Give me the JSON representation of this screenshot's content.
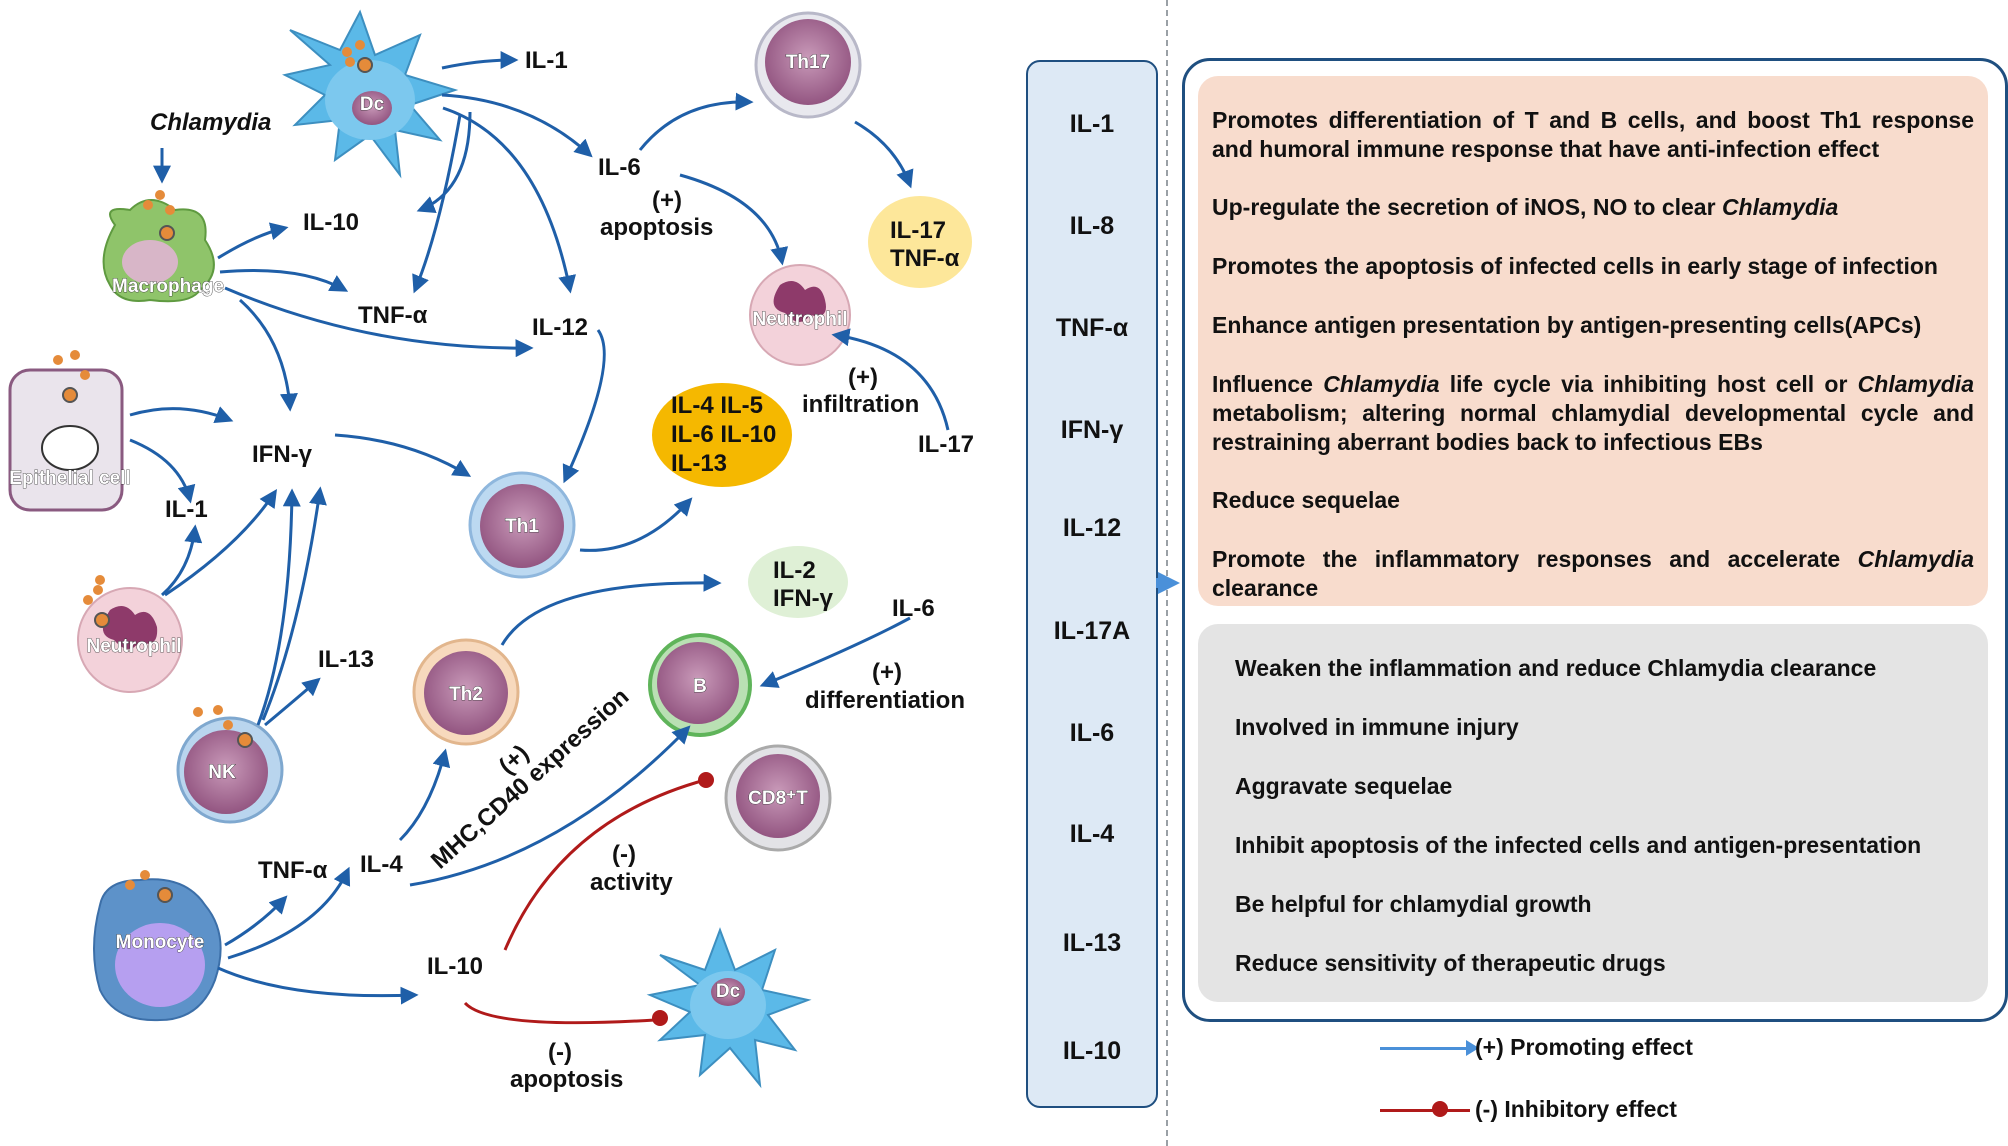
{
  "cells": {
    "dc_top": "Dc",
    "th17": "Th17",
    "macrophage": "Macrophage",
    "neutrophil_right": "Neutrophil",
    "epithelial": "Epithelial cell",
    "th1": "Th1",
    "neutrophil_left": "Neutrophil",
    "th2": "Th2",
    "b": "B",
    "nk": "NK",
    "cd8": "CD8⁺T",
    "monocyte": "Monocyte",
    "dc_bottom": "Dc"
  },
  "labels": {
    "chlamydia": "Chlamydia",
    "il1_top": "IL-1",
    "il6_top": "IL-6",
    "plus_apoptosis_sign": "(+)",
    "plus_apoptosis": "apoptosis",
    "il10_mac": "IL-10",
    "tnf_mac": "TNF-α",
    "il12": "IL-12",
    "il17_tnf_1": "IL-17",
    "il17_tnf_2": "TNF-α",
    "ifn_gamma": "IFN-γ",
    "il1_epi": "IL-1",
    "infiltration_sign": "(+)",
    "infiltration": "infiltration",
    "il17_right": "IL-17",
    "th1_out_1": "IL-4 IL-5",
    "th1_out_2": "IL-6  IL-10",
    "th1_out_3": "IL-13",
    "il13_nk": "IL-13",
    "th2_out_1": "IL-2",
    "th2_out_2": "IFN-γ",
    "il6_b": "IL-6",
    "diff_sign": "(+)",
    "differentiation": "differentiation",
    "mhc_sign": "(+)",
    "mhc": "MHC,CD40 expression",
    "tnf_mono": "TNF-α",
    "il4_mono": "IL-4",
    "activity_sign": "(-)",
    "activity": "activity",
    "il10_mono": "IL-10",
    "apoptosis_neg_sign": "(-)",
    "apoptosis_neg": "apoptosis"
  },
  "cytokines": [
    "IL-1",
    "IL-8",
    "TNF-α",
    "IFN-γ",
    "IL-12",
    "IL-17A",
    "IL-6",
    "IL-4",
    "IL-13",
    "IL-10"
  ],
  "promoting_effects": {
    "e1": "Promotes differentiation of T and B cells, and boost Th1 response and humoral immune response that have anti-infection effect",
    "e2a": "Up-regulate the  secretion of iNOS, NO to clear ",
    "e2b": "Chlamydia",
    "e3": "Promotes the apoptosis of infected cells in early stage of infection",
    "e4": "Enhance antigen presentation by  antigen-presenting cells(APCs)",
    "e5a": "Influence ",
    "e5b": "Chlamydia",
    "e5c": " life cycle via inhibiting host cell or ",
    "e5d": "Chlamydia",
    "e5e": " metabolism; altering normal chlamydial developmental cycle and restraining aberrant bodies back to infectious EBs",
    "e6": "Reduce sequelae",
    "e7a": "Promote the inflammatory responses and accelerate ",
    "e7b": "Chlamydia",
    "e7c": " clearance"
  },
  "inhibitory_effects": [
    "Weaken the inflammation and reduce Chlamydia clearance",
    "Involved in immune injury",
    "Aggravate sequelae",
    "Inhibit apoptosis of the infected cells and  antigen-presentation",
    "Be helpful for chlamydial growth",
    "Reduce sensitivity of therapeutic drugs"
  ],
  "legend": {
    "promoting": "(+)  Promoting effect",
    "inhibitory": "(-)  Inhibitory effect"
  },
  "colors": {
    "promote_arrow": "#1f5fa8",
    "inhibit_arrow": "#b01a1a",
    "cytokine_panel": "#dde9f5",
    "promote_panel": "#f8dccd",
    "inhibit_panel": "#e4e4e4",
    "th1_products": "#f5b800",
    "th17_products": "#fde79a",
    "th2_products": "#dff0d6"
  }
}
